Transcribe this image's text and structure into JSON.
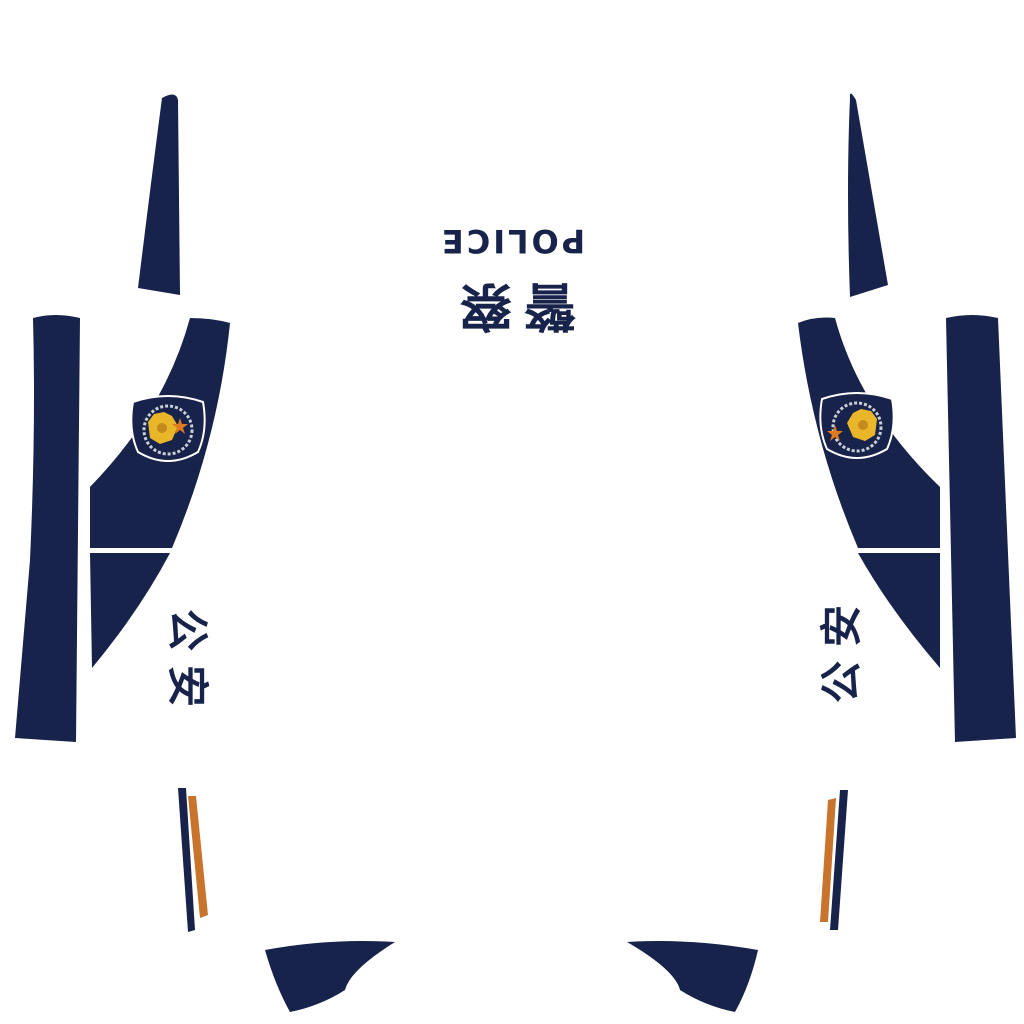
{
  "texture": {
    "background_color": "#ffffff",
    "primary_color": "#17234a",
    "accent_color": "#c8742c",
    "emblem_gold": "#e9b62a",
    "emblem_star": "#e07a1f"
  },
  "back_print": {
    "english_label": "POLICE",
    "chinese_label": "警察"
  },
  "sleeve_print": {
    "left_label": "公安",
    "right_label": "公安"
  },
  "emblems": {
    "left": "police-badge-icon",
    "right": "police-badge-icon"
  }
}
